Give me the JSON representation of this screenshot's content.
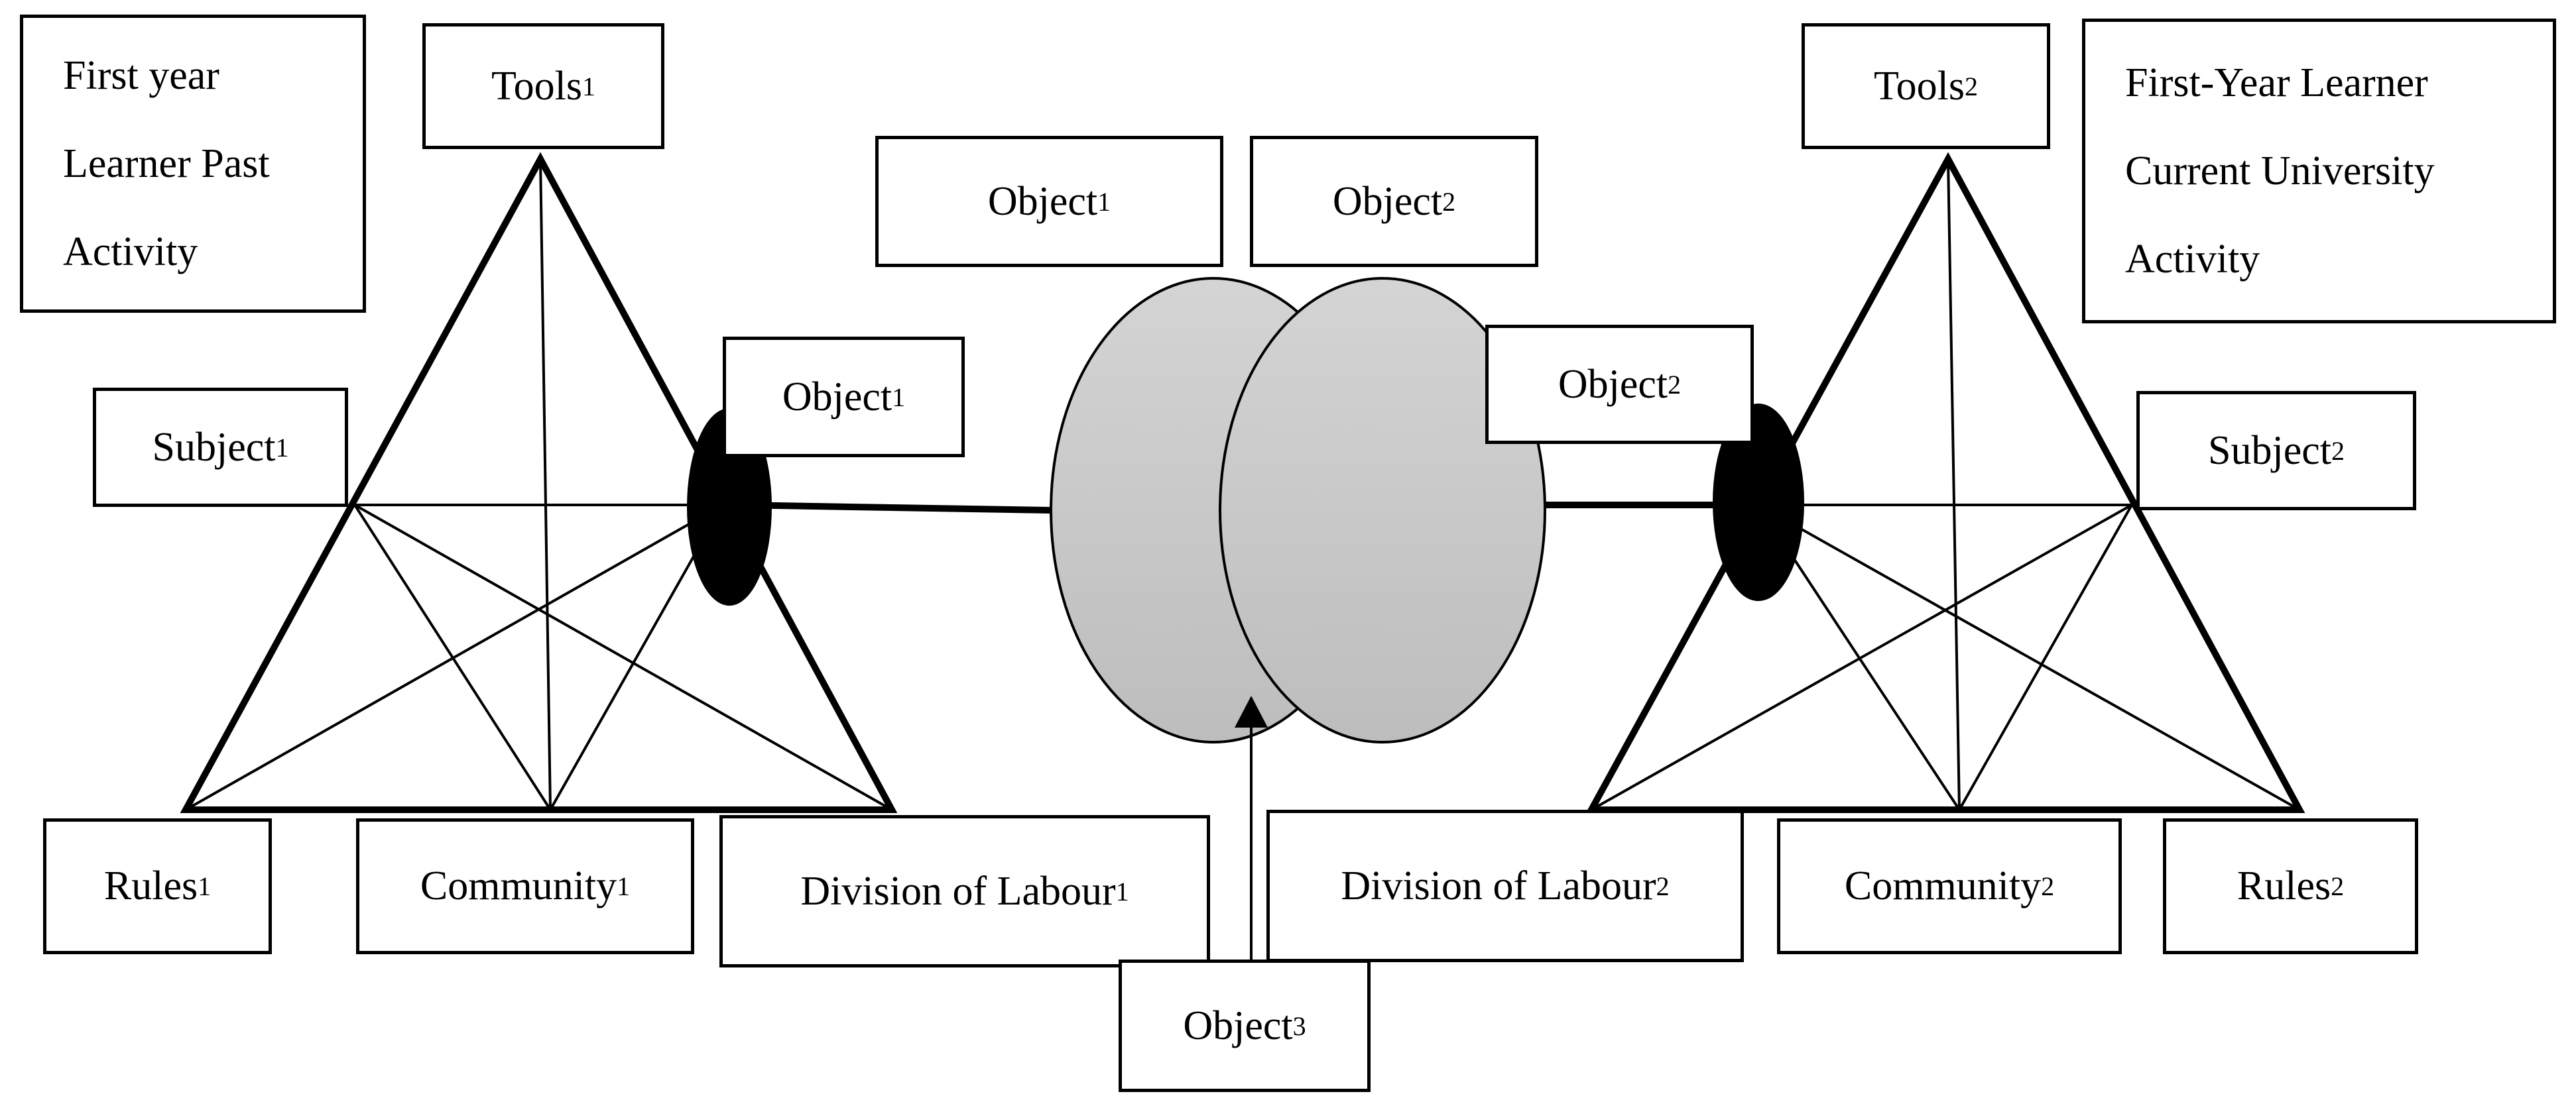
{
  "left_activity": {
    "title_lines": [
      "First year",
      "Learner Past",
      "Activity"
    ],
    "tools": {
      "text": "Tools",
      "sub": "1"
    },
    "subject": {
      "text": "Subject",
      "sub": "1"
    },
    "object": {
      "text": "Object",
      "sub": "1"
    },
    "rules": {
      "text": "Rules",
      "sub": "1"
    },
    "community": {
      "text": "Community",
      "sub": "1"
    },
    "division": {
      "text": "Division of Labour",
      "sub": "1"
    }
  },
  "right_activity": {
    "title_lines": [
      "First-Year Learner",
      "Current University",
      "Activity"
    ],
    "tools": {
      "text": "Tools",
      "sub": "2"
    },
    "subject": {
      "text": "Subject",
      "sub": "2"
    },
    "object": {
      "text": "Object",
      "sub": "2"
    },
    "rules": {
      "text": "Rules",
      "sub": "2"
    },
    "community": {
      "text": "Community",
      "sub": "2"
    },
    "division": {
      "text": "Division of Labour",
      "sub": "2"
    }
  },
  "center": {
    "object_left": {
      "text": "Object",
      "sub": "1"
    },
    "object_right": {
      "text": "Object",
      "sub": "2"
    },
    "object_shared": {
      "text": "Object",
      "sub": "3"
    }
  },
  "colors": {
    "stroke": "#000000",
    "ellipse_fill": "#c8c8c8",
    "node_fill": "#000000",
    "background": "#ffffff"
  }
}
